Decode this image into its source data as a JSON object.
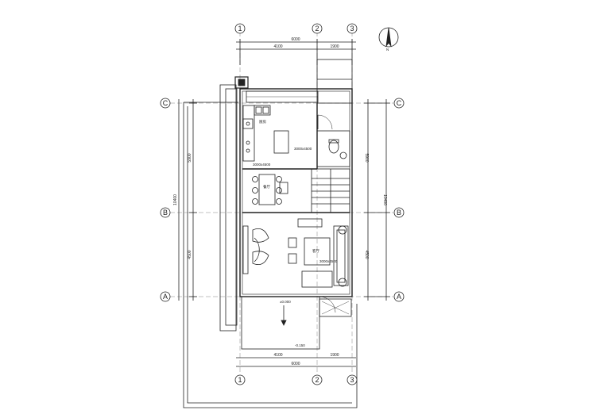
{
  "grid": {
    "top": [
      "1",
      "2",
      "3"
    ],
    "bottom": [
      "1",
      "2",
      "3"
    ],
    "left": [
      "C",
      "B",
      "A"
    ],
    "right": [
      "C",
      "B",
      "A"
    ]
  },
  "dims": {
    "top_total": "6000",
    "top_seg1": "4100",
    "top_seg2": "1900",
    "bottom_total": "6000",
    "bottom_seg1": "4100",
    "bottom_seg2": "1900",
    "left_total": "10400",
    "left_upper": "5900",
    "left_lower": "4500",
    "right_upper": "5900",
    "right_total": "10400",
    "right_lower": "4500"
  },
  "rooms": {
    "kitchen": "厨房",
    "kitchen_size": "3000x4500",
    "kitchen_note": "3000x4500",
    "dining": "餐厅",
    "living": "客厅",
    "living_size": "3000x4500",
    "level_entry": "±0.000",
    "level_front": "-0.150"
  },
  "compass": {
    "label": "N"
  }
}
